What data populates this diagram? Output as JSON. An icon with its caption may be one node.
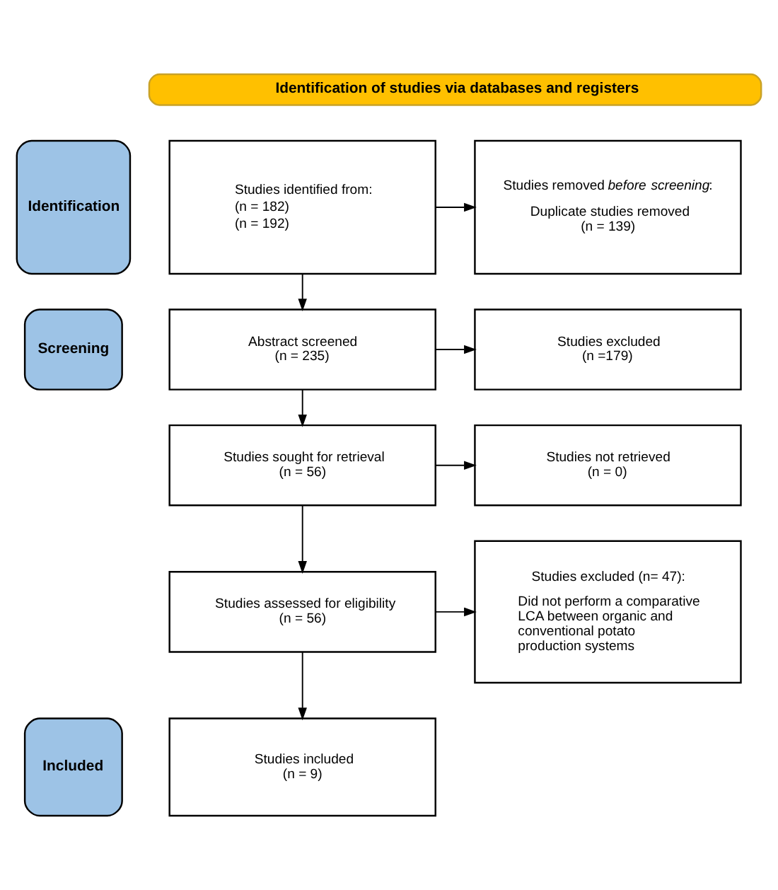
{
  "diagram": {
    "nodes": [
      {
        "text": [
          "Identification of studies via databases and registers"
        ]
      },
      {
        "text": [
          "Identification"
        ]
      },
      {
        "text": [
          "Studies identified from:",
          "(n = 182)",
          "(n = 192)"
        ]
      },
      {
        "text": [
          "Studies removed *before screening*:",
          "Duplicate studies removed (n = 139)"
        ]
      },
      {
        "text": [
          "Screening"
        ]
      },
      {
        "text": [
          "Abstract screened (n = 235)"
        ]
      },
      {
        "text": [
          "Studies excluded (n =179)"
        ]
      },
      {
        "text": [
          "Studies sought for retrieval (n = 56)"
        ]
      },
      {
        "text": [
          "Studies not retrieved (n = 0)"
        ]
      },
      {
        "text": [
          "Studies assessed for eligibility (n = 56)"
        ]
      },
      {
        "text": [
          "Studies excluded (n= 47):",
          "Did not perform a comparative LCA between organic and conventional potato production systems"
        ]
      },
      {
        "text": [
          "Included"
        ]
      },
      {
        "text": [
          "Studies included (n = 9)"
        ]
      }
    ],
    "edges": [
      {
        "from": 2,
        "to": 3,
        "arrow": "to"
      },
      {
        "from": 2,
        "to": 5,
        "arrow": "to"
      },
      {
        "from": 5,
        "to": 6,
        "arrow": "to"
      },
      {
        "from": 5,
        "to": 7,
        "arrow": "to"
      },
      {
        "from": 7,
        "to": 8,
        "arrow": "to"
      },
      {
        "from": 7,
        "to": 9,
        "arrow": "to"
      },
      {
        "from": 9,
        "to": 10,
        "arrow": "to"
      },
      {
        "from": 9,
        "to": 12,
        "arrow": "to"
      }
    ]
  }
}
